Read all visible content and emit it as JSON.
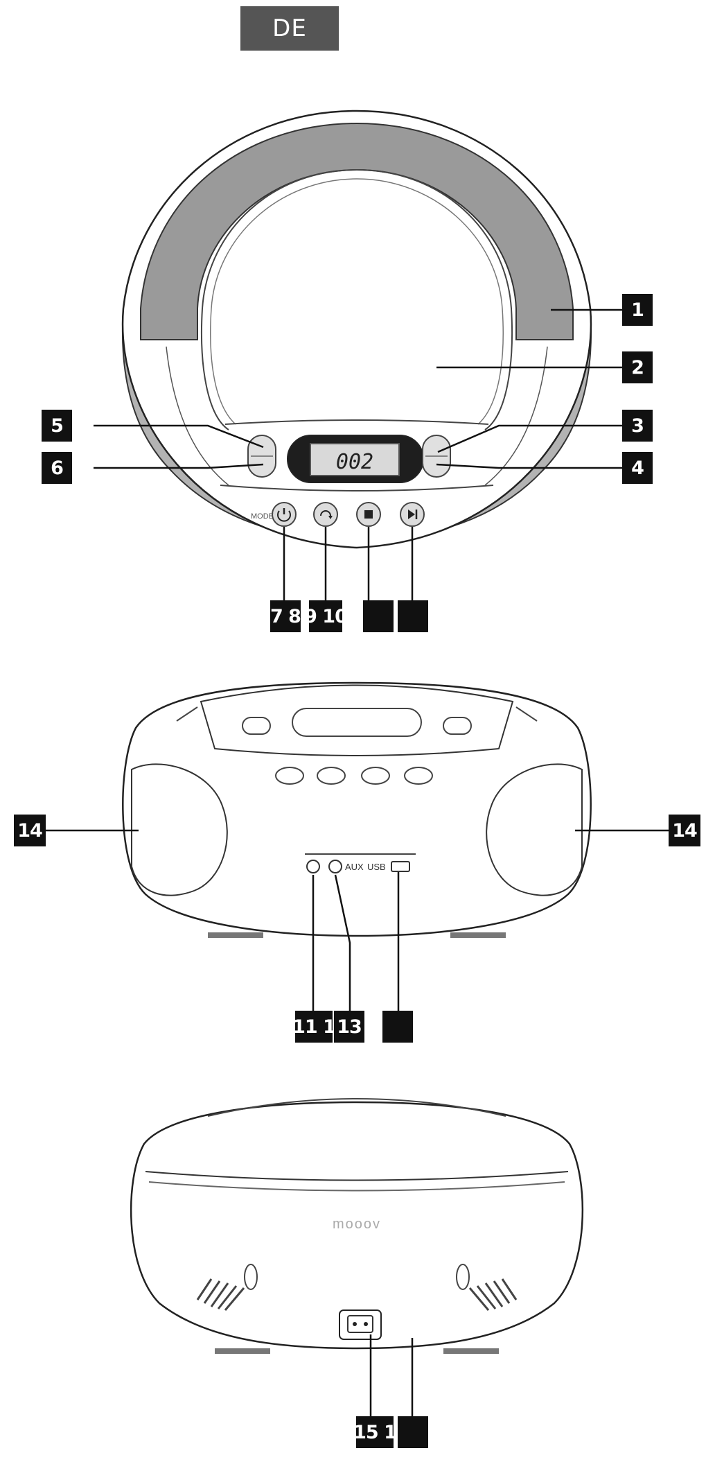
{
  "language": "DE",
  "callouts": {
    "c1": "1",
    "c2": "2",
    "c3": "3",
    "c4": "4",
    "c5": "5",
    "c6": "6",
    "c7_8": "7 8",
    "c9_10": "9 10",
    "c11_12": "11 1",
    "c13": "13",
    "c14": "14",
    "c15_16": "15 1"
  },
  "device": {
    "display": "002",
    "mode_label": "MODE",
    "aux_label": "AUX",
    "usb_label": "USB",
    "brand": "mooov"
  },
  "colors": {
    "label_bg": "#111111",
    "badge_bg": "#555555",
    "handle_gray": "#9a9a9a",
    "speaker_gray": "#b3b3b3",
    "display_bg": "#1e1e1e",
    "lcd": "#d9d9d9"
  }
}
